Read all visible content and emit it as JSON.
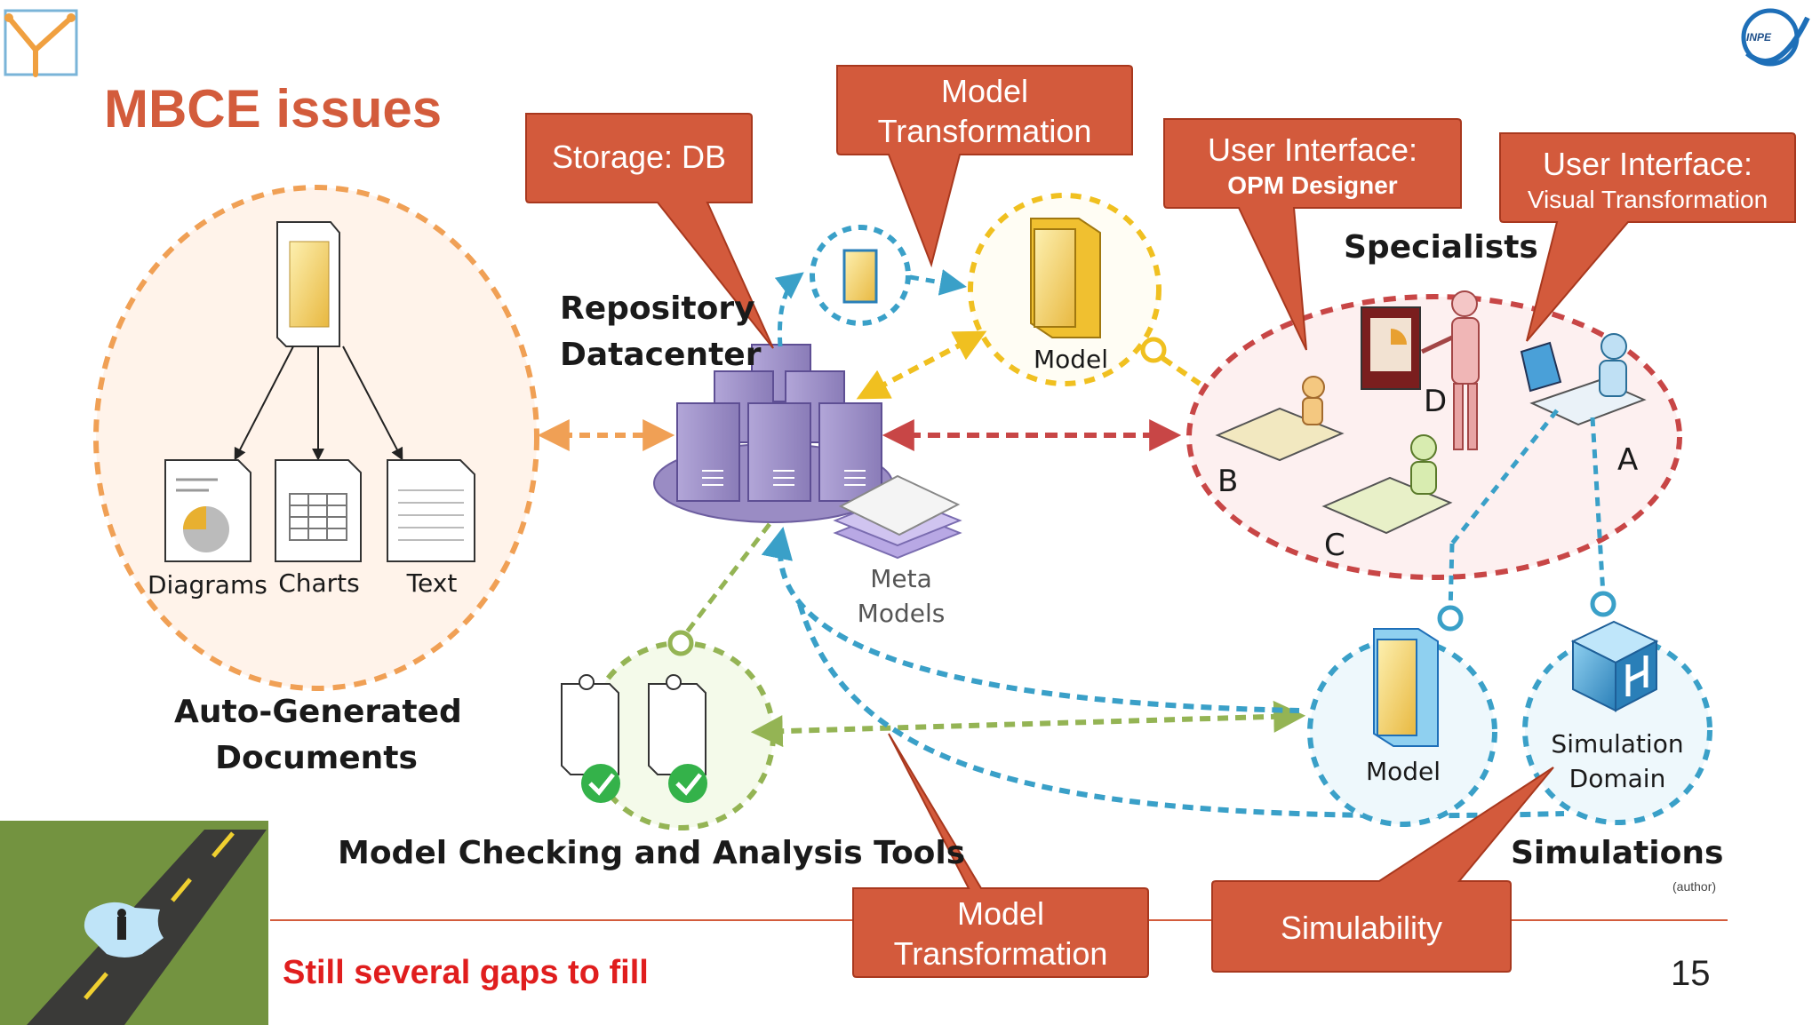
{
  "slide": {
    "title": "MBCE issues",
    "footer_text": "Still several gaps to fill",
    "page_number": "15",
    "author_note": "(author)"
  },
  "callouts": {
    "storage": "Storage: DB",
    "model_transformation_top": [
      "Model",
      "Transformation"
    ],
    "ui_opm": {
      "line1": "User Interface:",
      "line2": "OPM Designer"
    },
    "ui_visual": {
      "line1": "User Interface:",
      "line2": "Visual Transformation"
    },
    "model_transformation_bottom": [
      "Model",
      "Transformation"
    ],
    "simulability": "Simulability"
  },
  "documents": {
    "items": [
      "Diagrams",
      "Charts",
      "Text"
    ],
    "caption": [
      "Auto-Generated",
      "Documents"
    ]
  },
  "repository": {
    "label": [
      "Repository",
      "Datacenter"
    ],
    "meta_models": [
      "Meta",
      "Models"
    ]
  },
  "model_top_label": "Model",
  "specialists": {
    "title": "Specialists",
    "letters": [
      "A",
      "B",
      "C",
      "D"
    ]
  },
  "checking": {
    "caption": "Model Checking and Analysis Tools"
  },
  "model_bottom_label": "Model",
  "simulation": {
    "domain": [
      "Simulation",
      "Domain"
    ],
    "caption": "Simulations"
  },
  "colors": {
    "accent": "#d35c3c",
    "callout_fill": "#d35a3c",
    "orange_dash": "#f0a055",
    "red_dash": "#c84646",
    "yellow_dash": "#f0c020",
    "blue_dash": "#3aa0c8",
    "green_dash": "#94b454",
    "server": "#9a8cc4",
    "footer_red": "#e01e1e"
  },
  "icons": [
    "logo-y-icon",
    "inpe-logo-icon",
    "document-icon",
    "pie-chart-icon",
    "table-icon",
    "text-page-icon",
    "server-icon",
    "check-icon",
    "cube-icon",
    "people-icon",
    "puzzle-road-image"
  ]
}
